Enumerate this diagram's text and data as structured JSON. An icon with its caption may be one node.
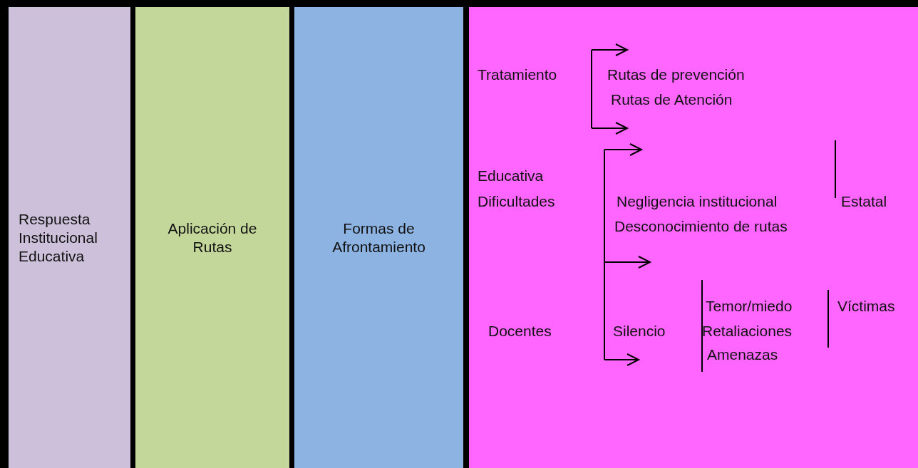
{
  "diagram": {
    "nodes": [
      {
        "text": [
          "Respuesta Institucional Educativa"
        ]
      },
      {
        "text": [
          "Aplicación de Rutas"
        ]
      },
      {
        "text": [
          "Formas de Afrontamiento"
        ]
      },
      {
        "text": [],
        "shape": "box"
      }
    ],
    "labels": [
      "Tratamiento",
      "Rutas de prevención",
      "Rutas de Atención",
      "Educativa",
      "Dificultades",
      "Negligencia institucional",
      "Estatal",
      "Desconocimiento de rutas",
      "Docentes",
      "Silencio",
      "Temor/miedo",
      "Víctimas",
      "Retaliaciones",
      "Amenazas"
    ]
  }
}
